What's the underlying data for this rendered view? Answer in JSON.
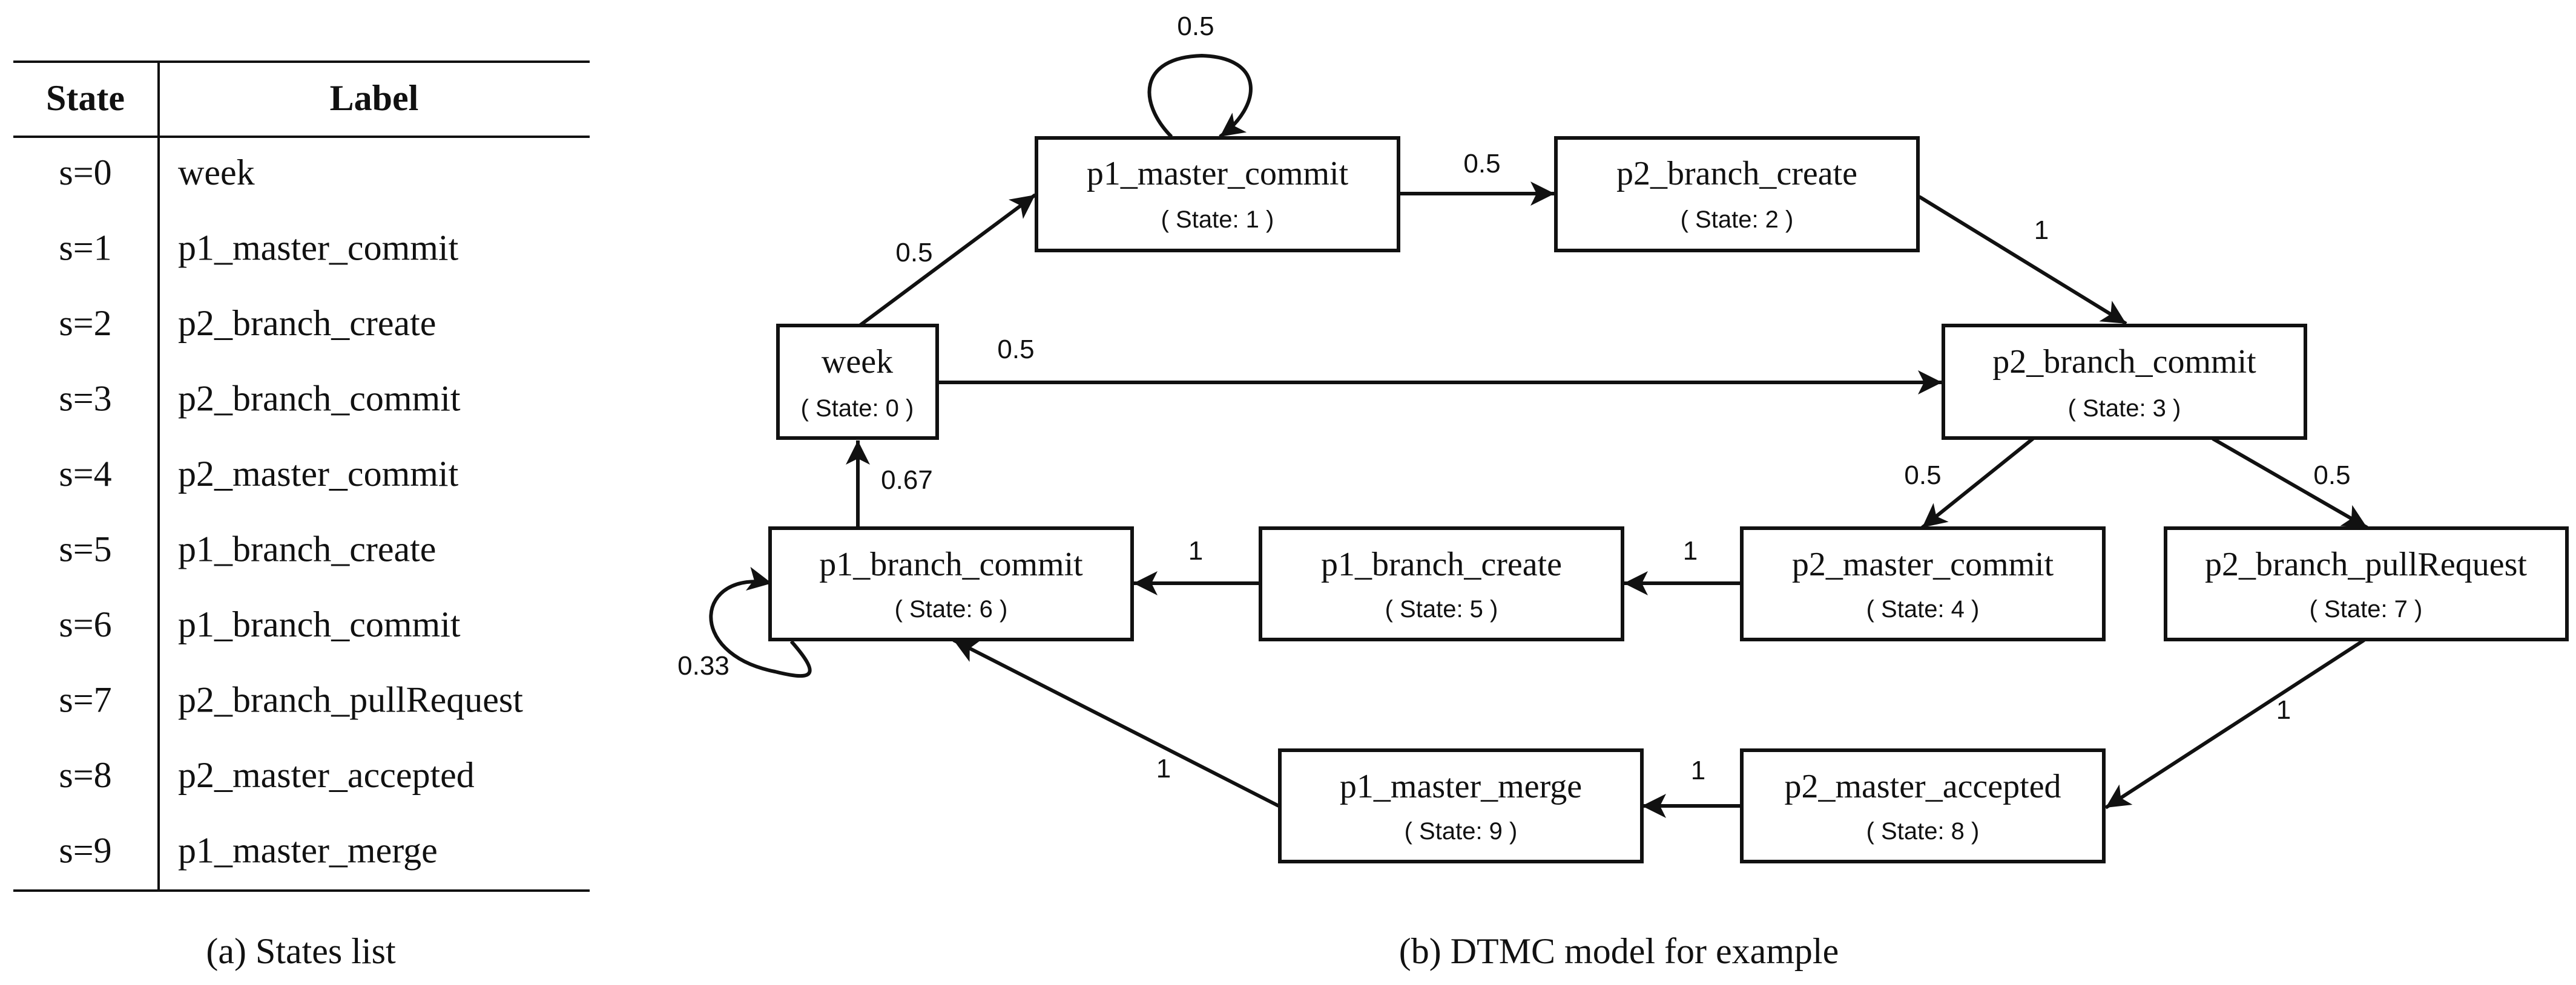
{
  "table": {
    "headers": [
      "State",
      "Label"
    ],
    "rows": [
      {
        "state": "s=0",
        "label": "week"
      },
      {
        "state": "s=1",
        "label": "p1_master_commit"
      },
      {
        "state": "s=2",
        "label": "p2_branch_create"
      },
      {
        "state": "s=3",
        "label": "p2_branch_commit"
      },
      {
        "state": "s=4",
        "label": "p2_master_commit"
      },
      {
        "state": "s=5",
        "label": "p1_branch_create"
      },
      {
        "state": "s=6",
        "label": "p1_branch_commit"
      },
      {
        "state": "s=7",
        "label": "p2_branch_pullRequest"
      },
      {
        "state": "s=8",
        "label": "p2_master_accepted"
      },
      {
        "state": "s=9",
        "label": "p1_master_merge"
      }
    ],
    "caption": "(a) States list"
  },
  "diagram": {
    "caption": "(b) DTMC model for example",
    "nodes": [
      {
        "id": 0,
        "label": "week",
        "state": "( State: 0 )"
      },
      {
        "id": 1,
        "label": "p1_master_commit",
        "state": "( State: 1 )"
      },
      {
        "id": 2,
        "label": "p2_branch_create",
        "state": "( State: 2 )"
      },
      {
        "id": 3,
        "label": "p2_branch_commit",
        "state": "( State: 3 )"
      },
      {
        "id": 4,
        "label": "p2_master_commit",
        "state": "( State: 4 )"
      },
      {
        "id": 5,
        "label": "p1_branch_create",
        "state": "( State: 5 )"
      },
      {
        "id": 6,
        "label": "p1_branch_commit",
        "state": "( State: 6 )"
      },
      {
        "id": 7,
        "label": "p2_branch_pullRequest",
        "state": "( State: 7 )"
      },
      {
        "id": 8,
        "label": "p2_master_accepted",
        "state": "( State: 8 )"
      },
      {
        "id": 9,
        "label": "p1_master_merge",
        "state": "( State: 9 )"
      }
    ],
    "edges": [
      {
        "from": 1,
        "to": 1,
        "prob": "0.5"
      },
      {
        "from": 0,
        "to": 1,
        "prob": "0.5"
      },
      {
        "from": 1,
        "to": 2,
        "prob": "0.5"
      },
      {
        "from": 2,
        "to": 3,
        "prob": "1"
      },
      {
        "from": 0,
        "to": 3,
        "prob": "0.5"
      },
      {
        "from": 3,
        "to": 4,
        "prob": "0.5"
      },
      {
        "from": 3,
        "to": 7,
        "prob": "0.5"
      },
      {
        "from": 4,
        "to": 5,
        "prob": "1"
      },
      {
        "from": 5,
        "to": 6,
        "prob": "1"
      },
      {
        "from": 6,
        "to": 0,
        "prob": "0.67"
      },
      {
        "from": 6,
        "to": 6,
        "prob": "0.33"
      },
      {
        "from": 7,
        "to": 8,
        "prob": "1"
      },
      {
        "from": 8,
        "to": 9,
        "prob": "1"
      },
      {
        "from": 9,
        "to": 6,
        "prob": "1"
      }
    ]
  }
}
